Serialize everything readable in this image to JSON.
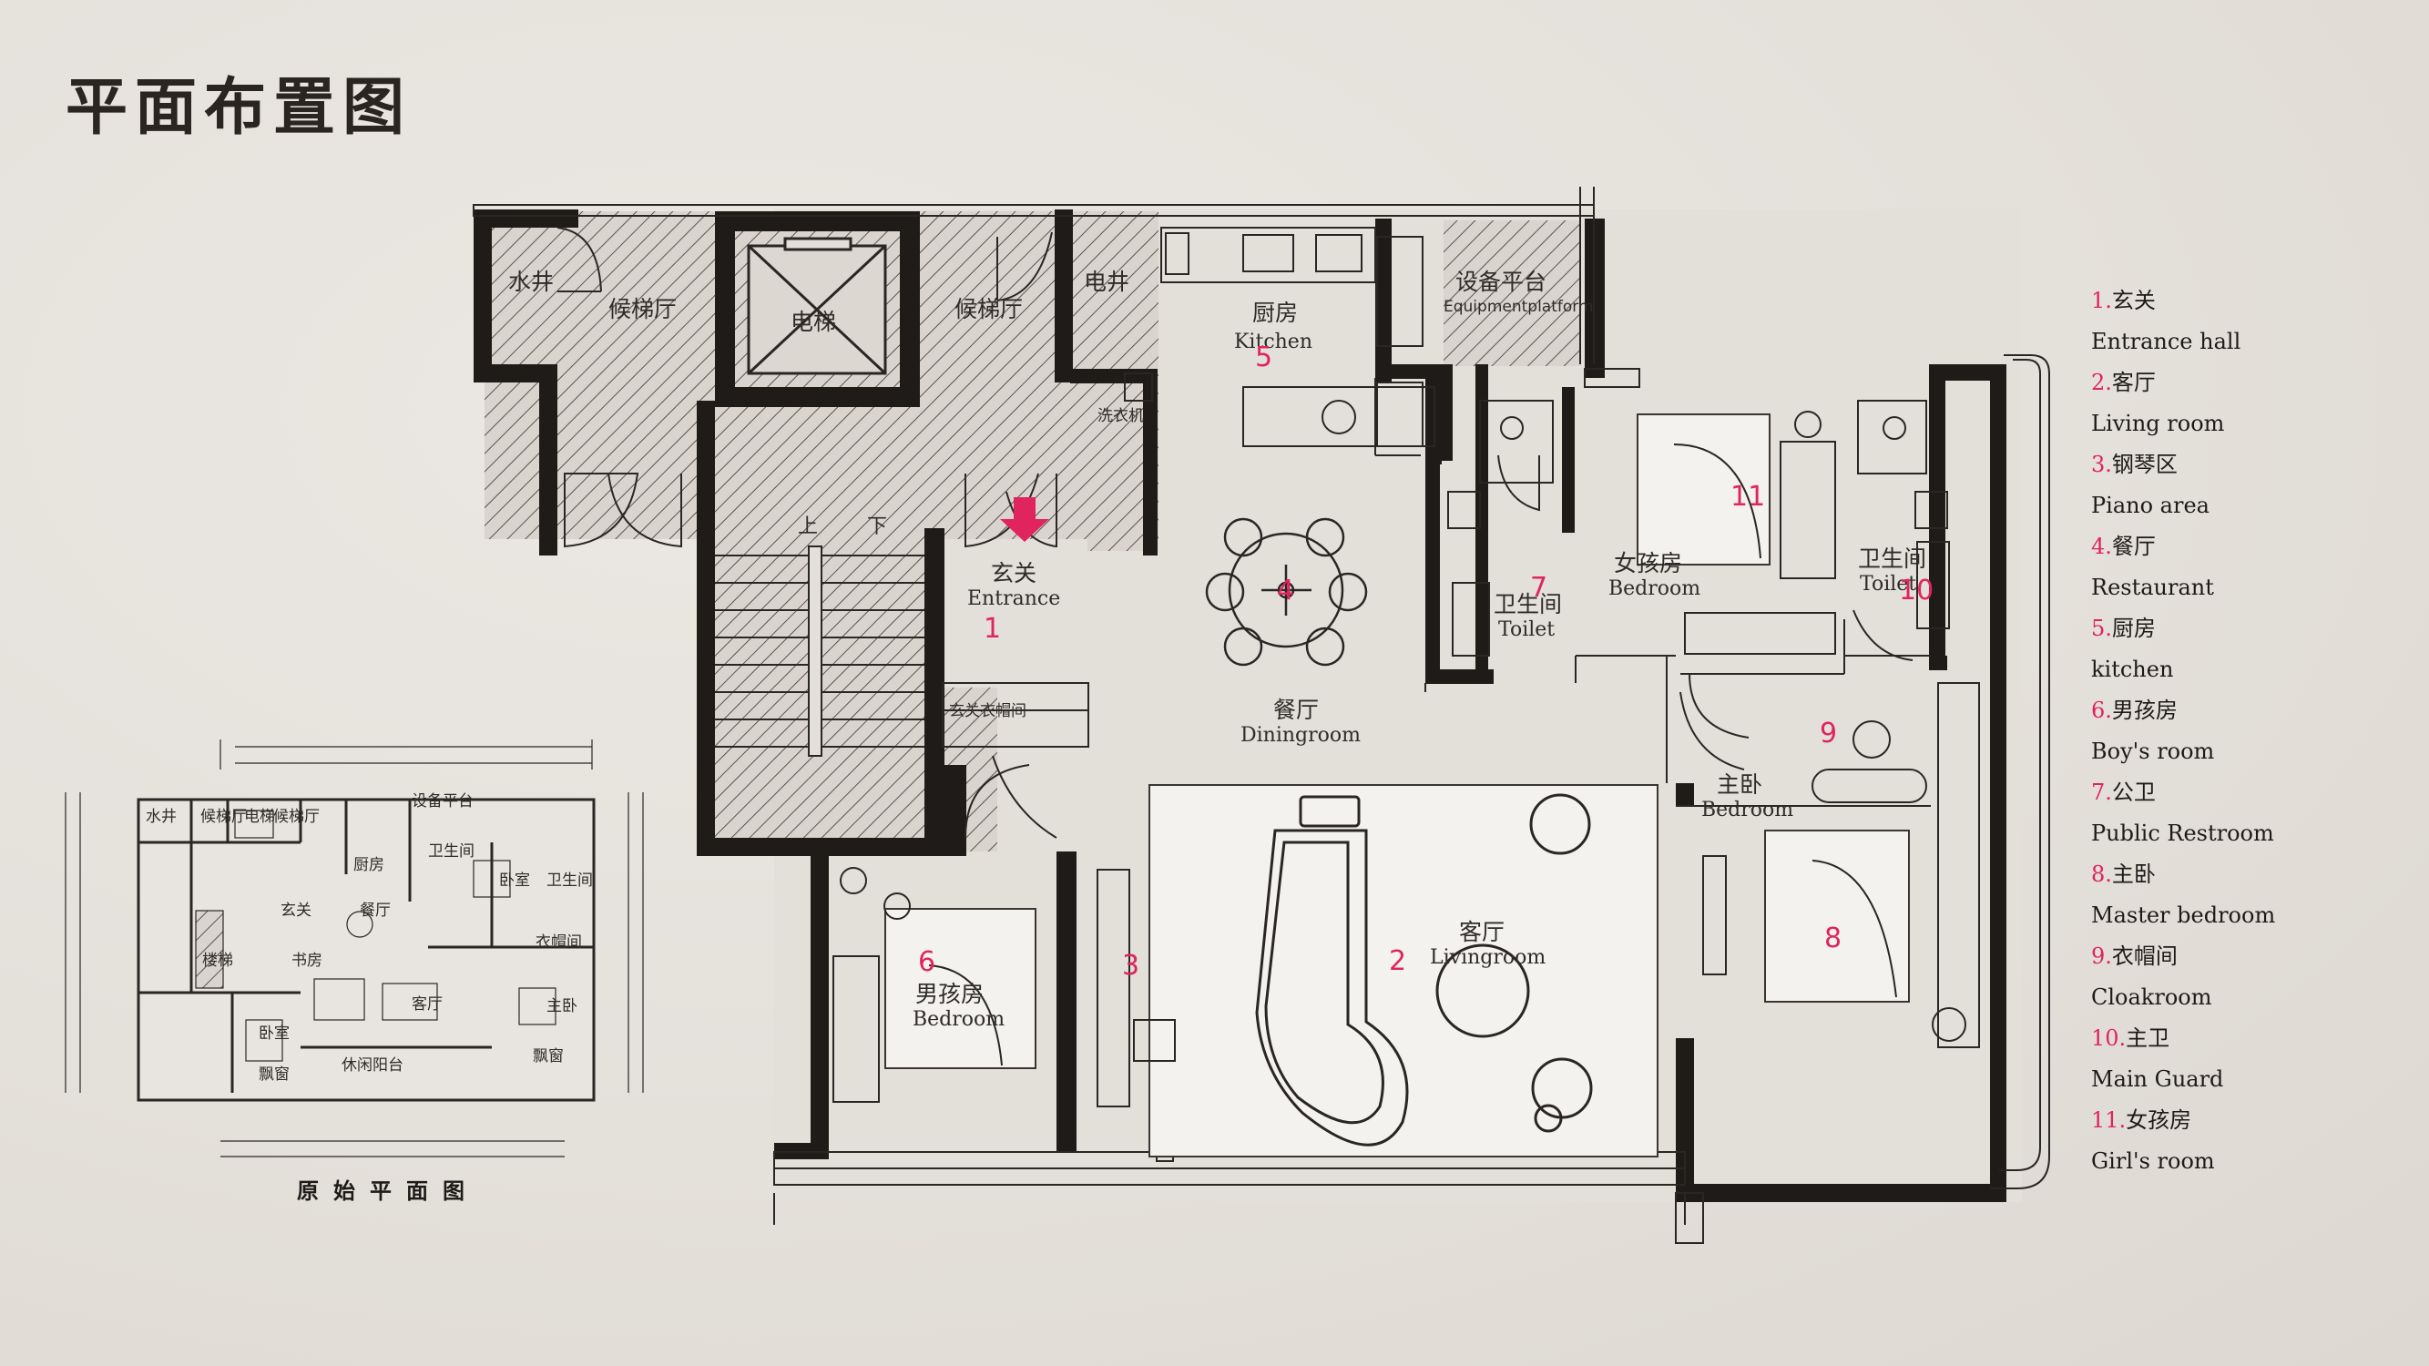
{
  "title": "平面布置图",
  "rooms": {
    "water_well": "水井",
    "lift_hall_left": "候梯厅",
    "elevator": "电梯",
    "lift_hall_right": "候梯厅",
    "electric_well": "电井",
    "kitchen_cn": "厨房",
    "kitchen_en": "Kitchen",
    "equipment_cn": "设备平台",
    "equipment_en": "Equipmentplatform",
    "entrance_cn": "玄关",
    "entrance_en": "Entrance",
    "stair_up": "上",
    "stair_down": "下",
    "cloak_entry": "玄关衣帽间",
    "dining_cn": "餐厅",
    "dining_en": "Diningroom",
    "living_cn": "客厅",
    "living_en": "Livingroom",
    "boy_cn": "男孩房",
    "boy_en": "Bedroom",
    "girl_cn": "女孩房",
    "girl_en": "Bedroom",
    "toilet_pub_cn": "卫生间",
    "toilet_pub_en": "Toilet",
    "toilet_main_cn": "卫生间",
    "toilet_main_en": "Toilet",
    "master_cn": "主卧",
    "master_en": "Bedroom",
    "washer": "洗衣机"
  },
  "markers": {
    "m1": "1",
    "m2": "2",
    "m3": "3",
    "m4": "4",
    "m5": "5",
    "m6": "6",
    "m7": "7",
    "m8": "8",
    "m9": "9",
    "m10": "10",
    "m11": "11"
  },
  "legend": [
    {
      "num": "1.",
      "cn": "玄关",
      "en": "Entrance hall"
    },
    {
      "num": "2.",
      "cn": "客厅",
      "en": "Living room"
    },
    {
      "num": "3.",
      "cn": "钢琴区",
      "en": "Piano area"
    },
    {
      "num": "4.",
      "cn": "餐厅",
      "en": "Restaurant"
    },
    {
      "num": "5.",
      "cn": "厨房",
      "en": "kitchen"
    },
    {
      "num": "6.",
      "cn": "男孩房",
      "en": "Boy's room"
    },
    {
      "num": "7.",
      "cn": "公卫",
      "en": "Public Restroom"
    },
    {
      "num": "8.",
      "cn": "主卧",
      "en": "Master bedroom"
    },
    {
      "num": "9.",
      "cn": "衣帽间",
      "en": "Cloakroom"
    },
    {
      "num": "10.",
      "cn": "主卫",
      "en": "Main Guard"
    },
    {
      "num": "11.",
      "cn": "女孩房",
      "en": "Girl's room"
    }
  ],
  "original_plan": {
    "caption": "原始平面图",
    "labels": {
      "water": "水井",
      "lift1": "候梯厅",
      "elev": "电梯",
      "lift2": "候梯厅",
      "equip": "设备平台",
      "kitchen": "厨房",
      "toilet1": "卫生间",
      "bedroom1": "卧室",
      "toilet2": "卫生间",
      "entry": "玄关",
      "dining": "餐厅",
      "cloak": "衣帽间",
      "stair": "楼梯",
      "study": "书房",
      "living": "客厅",
      "master": "主卧",
      "bedroom2": "卧室",
      "window": "飘窗",
      "leisure": "休闲阳台",
      "window2": "飘窗"
    }
  },
  "colors": {
    "accent": "#e0245e",
    "wall": "#1f1b19",
    "background": "#e6e2dc"
  }
}
